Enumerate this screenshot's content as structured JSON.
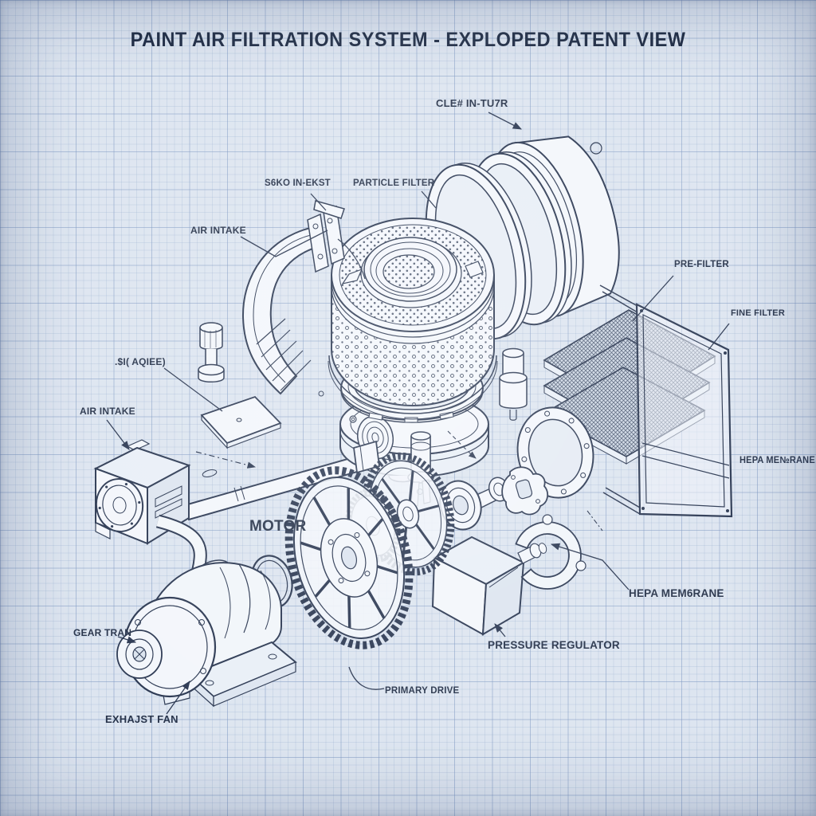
{
  "title": "PAINT AIR FILTRATION SYSTEM - EXPLOPED PATENT VIEW",
  "style": {
    "ink": "#2b3852",
    "paper": "#dde5f0",
    "grid_minor": "#8aa2c9",
    "grid_major": "#7893be"
  },
  "labels": [
    {
      "id": "clean-filter",
      "text": "CLE# IN-TU7R"
    },
    {
      "id": "bracket-note",
      "text": "S6KO IN-EKST"
    },
    {
      "id": "particle-filter",
      "text": "PARTICLE FILTER"
    },
    {
      "id": "air-intake-upper",
      "text": "AIR INTAKE"
    },
    {
      "id": "pre-filter",
      "text": "PRE-FILTER"
    },
    {
      "id": "fine-filter",
      "text": "FINE FILTER"
    },
    {
      "id": "valve-note",
      "text": ".$I( AQIEE)"
    },
    {
      "id": "air-intake-lower",
      "text": "AIR INTAKE"
    },
    {
      "id": "hepa-membrane-right",
      "text": "HEPA ME№RANE"
    },
    {
      "id": "motor",
      "text": "MOTOR"
    },
    {
      "id": "hepa-membrane-lower",
      "text": "HEPA MEM6RANE"
    },
    {
      "id": "gear-train",
      "text": "GEAR TRAN"
    },
    {
      "id": "pressure-regulator",
      "text": "PRESSURE REGULATOR"
    },
    {
      "id": "primary-drive",
      "text": "PRIMARY DRIVE"
    },
    {
      "id": "exhaust-fan",
      "text": "EXHAJST FAN"
    }
  ],
  "parts": [
    "clean-filter-housing-rings",
    "air-intake-duct",
    "duct-clamp-bracket",
    "particle-filter-drum",
    "filter-collar-ring",
    "filter-housing-base",
    "mounting-plate",
    "valve-bolt",
    "intake-pipe",
    "tee-fitting",
    "air-intake-box",
    "intake-hose",
    "o-ring",
    "pre-filter-mesh-panel",
    "mid-mesh-panel",
    "fine-filter-mesh-panel",
    "hepa-frame",
    "gasket-flange-ring",
    "pin-cylinder",
    "pressure-regulator-box",
    "hose-clamp",
    "bearing-shaft-assembly",
    "shaft-bracket",
    "large-drive-gear",
    "medium-gear",
    "small-gear",
    "exhaust-fan-motor",
    "motor-base"
  ]
}
